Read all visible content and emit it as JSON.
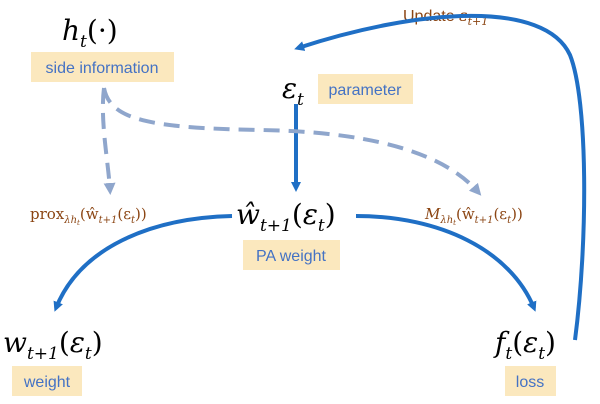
{
  "nodes": {
    "h": {
      "symbol": "h",
      "subscript": "t",
      "args": "(·)",
      "label": "side information"
    },
    "eps": {
      "symbol": "ε",
      "subscript": "t",
      "label": "parameter"
    },
    "what": {
      "symbol": "ŵ",
      "subscript": "t+1",
      "args_open": "(",
      "args_sym": "ε",
      "args_sub": "t",
      "args_close": ")",
      "label": "PA weight"
    },
    "w": {
      "symbol": "w",
      "subscript": "t+1",
      "args_open": "(",
      "args_sym": "ε",
      "args_sub": "t",
      "args_close": ")",
      "label": "weight"
    },
    "f": {
      "symbol": "f",
      "subscript": "t",
      "args_open": "(",
      "args_sym": "ε",
      "args_sub": "t",
      "args_close": ")",
      "label": "loss"
    }
  },
  "edges": {
    "update": {
      "prefix": "Update ",
      "sym": "ε",
      "sub": "t+1"
    },
    "prox": {
      "op": "prox",
      "op_sub": "λh",
      "op_sub2": "t",
      "arg": "(ŵ",
      "arg_sub": "t+1",
      "arg_inner": "(ε",
      "arg_inner_sub": "t",
      "arg_close": "))"
    },
    "moreau": {
      "op": "M",
      "op_sub": "λh",
      "op_sub2": "t",
      "arg": "(ŵ",
      "arg_sub": "t+1",
      "arg_inner": "(ε",
      "arg_inner_sub": "t",
      "arg_close": "))"
    }
  },
  "colors": {
    "solid_arrow": "#1F6FC5",
    "dashed_arrow": "#8FA6CC",
    "label_box": "#FBE8BE",
    "label_text": "#4472C4",
    "annotation_text": "#8B4513"
  }
}
